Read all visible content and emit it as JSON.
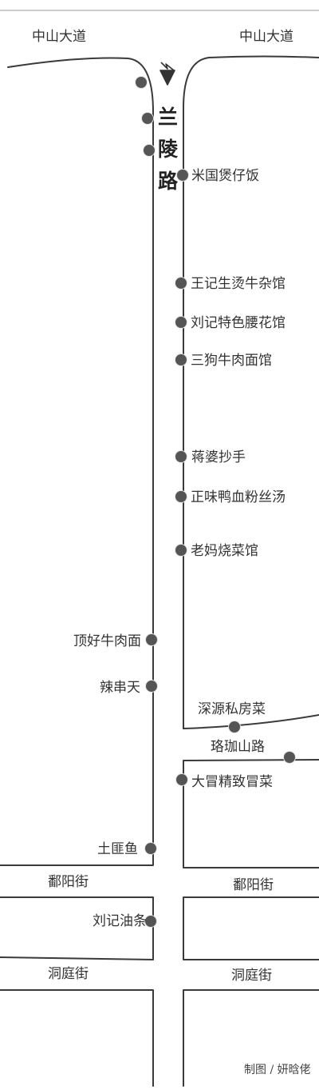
{
  "map": {
    "road_labels": {
      "zhongshan_left": "中山大道",
      "zhongshan_right": "中山大道",
      "lanling_1": "兰",
      "lanling_2": "陵",
      "lanling_3": "路",
      "luojia": "珞珈山路",
      "poyang_left": "鄱阳街",
      "poyang_right": "鄱阳街",
      "dongting_left": "洞庭街",
      "dongting_right": "洞庭街"
    },
    "places": [
      {
        "id": "mi-guo-baozai",
        "label": "米国煲仔饭"
      },
      {
        "id": "wangji",
        "label": "王记生烫牛杂馆"
      },
      {
        "id": "liuji-yaohua",
        "label": "刘记特色腰花馆"
      },
      {
        "id": "sangou",
        "label": "三狗牛肉面馆"
      },
      {
        "id": "jiangpo",
        "label": "蒋婆抄手"
      },
      {
        "id": "zhengwei",
        "label": "正味鸭血粉丝汤"
      },
      {
        "id": "laoma",
        "label": "老妈烧菜馆"
      },
      {
        "id": "dinghao",
        "label": "顶好牛肉面"
      },
      {
        "id": "lachuantian",
        "label": "辣串天"
      },
      {
        "id": "shenyuan",
        "label": "深源私房菜"
      },
      {
        "id": "damao",
        "label": "大冒精致冒菜"
      },
      {
        "id": "tufeiyu",
        "label": "土匪鱼"
      },
      {
        "id": "liuji-youtiao",
        "label": "刘记油条"
      }
    ],
    "credit": "制图 / 妍晗佬",
    "colors": {
      "road": "#3a3a3a",
      "dot": "#555555",
      "text": "#333333"
    }
  }
}
